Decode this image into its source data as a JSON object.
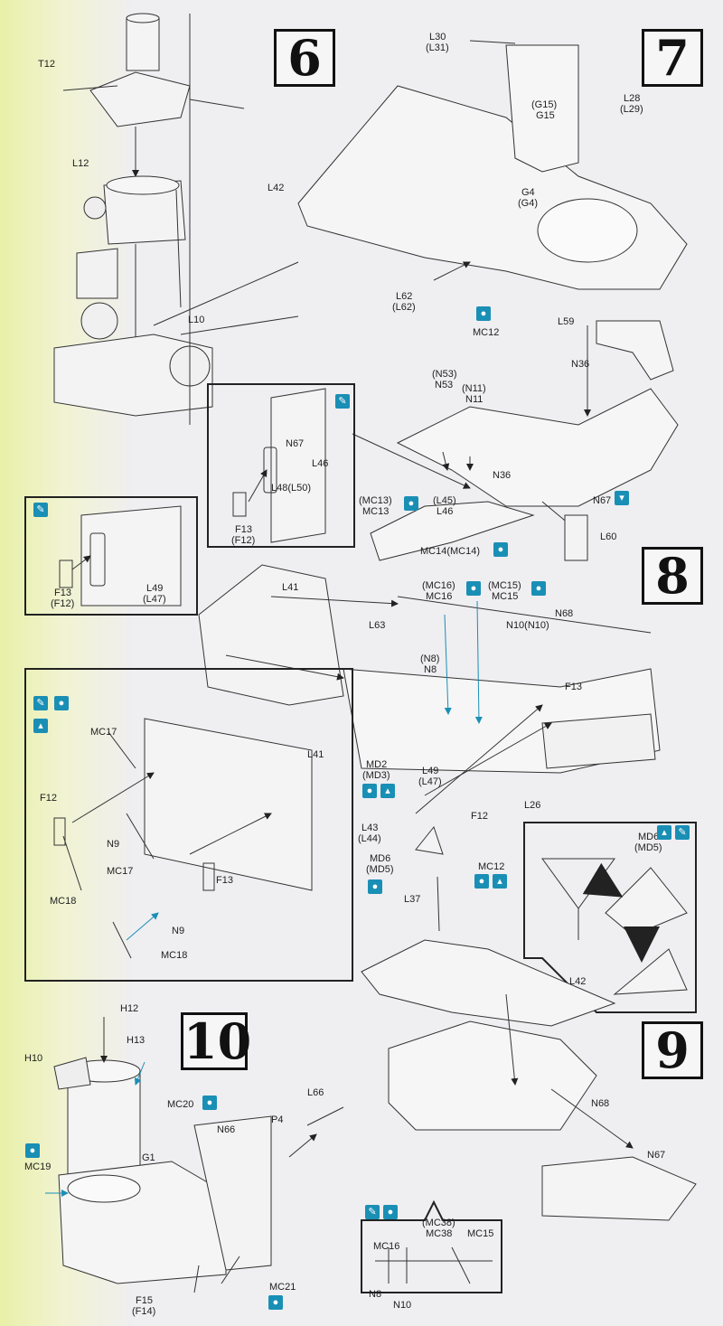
{
  "steps": [
    "6",
    "7",
    "8",
    "9",
    "10"
  ],
  "labels": {
    "t12": "T12",
    "l12": "L12",
    "l10": "L10",
    "l30": "L30",
    "l31": "(L31)",
    "l28": "L28",
    "l29": "(L29)",
    "g15p": "(G15)",
    "g15": "G15",
    "l42": "L42",
    "g4": "G4",
    "g4p": "(G4)",
    "l62": "L62",
    "l62p": "(L62)",
    "l59": "L59",
    "mc12": "MC12",
    "n36": "N36",
    "n53p": "(N53)",
    "n53": "N53",
    "n11p": "(N11)",
    "n11": "N11",
    "n67": "N67",
    "l46": "L46",
    "l48": "L48(L50)",
    "f13": "F13",
    "f12p": "(F12)",
    "n36b": "N36",
    "n67b": "N67",
    "mc13p": "(MC13)",
    "mc13": "MC13",
    "l45p": "(L45)",
    "l46b": "L46",
    "l60": "L60",
    "mc14": "MC14(MC14)",
    "l49": "L49",
    "l47p": "(L47)",
    "f13b": "F13",
    "f12b": "(F12)",
    "l41": "L41",
    "l63": "L63",
    "mc16p": "(MC16)",
    "mc16": "MC16",
    "mc15p": "(MC15)",
    "mc15": "MC15",
    "n10": "N10(N10)",
    "n68": "N68",
    "n8p": "(N8)",
    "n8": "N8",
    "f13c": "F13",
    "mc17": "MC17",
    "l41b": "L41",
    "f12": "F12",
    "n9": "N9",
    "mc17b": "MC17",
    "mc18": "MC18",
    "f13d": "F13",
    "n9b": "N9",
    "mc18b": "MC18",
    "md2": "MD2",
    "md3p": "(MD3)",
    "l49b": "L49",
    "l47b": "(L47)",
    "f12c": "F12",
    "l26": "L26",
    "l43": "L43",
    "l44p": "(L44)",
    "md6": "MD6",
    "md5p": "(MD5)",
    "mc12b": "MC12",
    "l37": "L37",
    "md6b": "MD6",
    "md5b": "(MD5)",
    "l42b": "L42",
    "n68b": "N68",
    "n67c": "N67",
    "h12": "H12",
    "h13": "H13",
    "h10": "H10",
    "mc20": "MC20",
    "l66": "L66",
    "p4": "P4",
    "n66": "N66",
    "g1": "G1",
    "mc19": "MC19",
    "f15": "F15",
    "f14p": "(F14)",
    "mc21": "MC21",
    "mc38p": "(MC38)",
    "mc38": "MC38",
    "mc15b": "MC15",
    "mc16b": "MC16",
    "n8b": "N8",
    "n10b": "N10"
  },
  "colors": {
    "accent": "#1a8fb5",
    "ink": "#222222",
    "paper": "#efeef1"
  },
  "icons": [
    "glue-drop-icon",
    "glue-brush-icon",
    "bend-up-icon",
    "bend-down-icon"
  ]
}
